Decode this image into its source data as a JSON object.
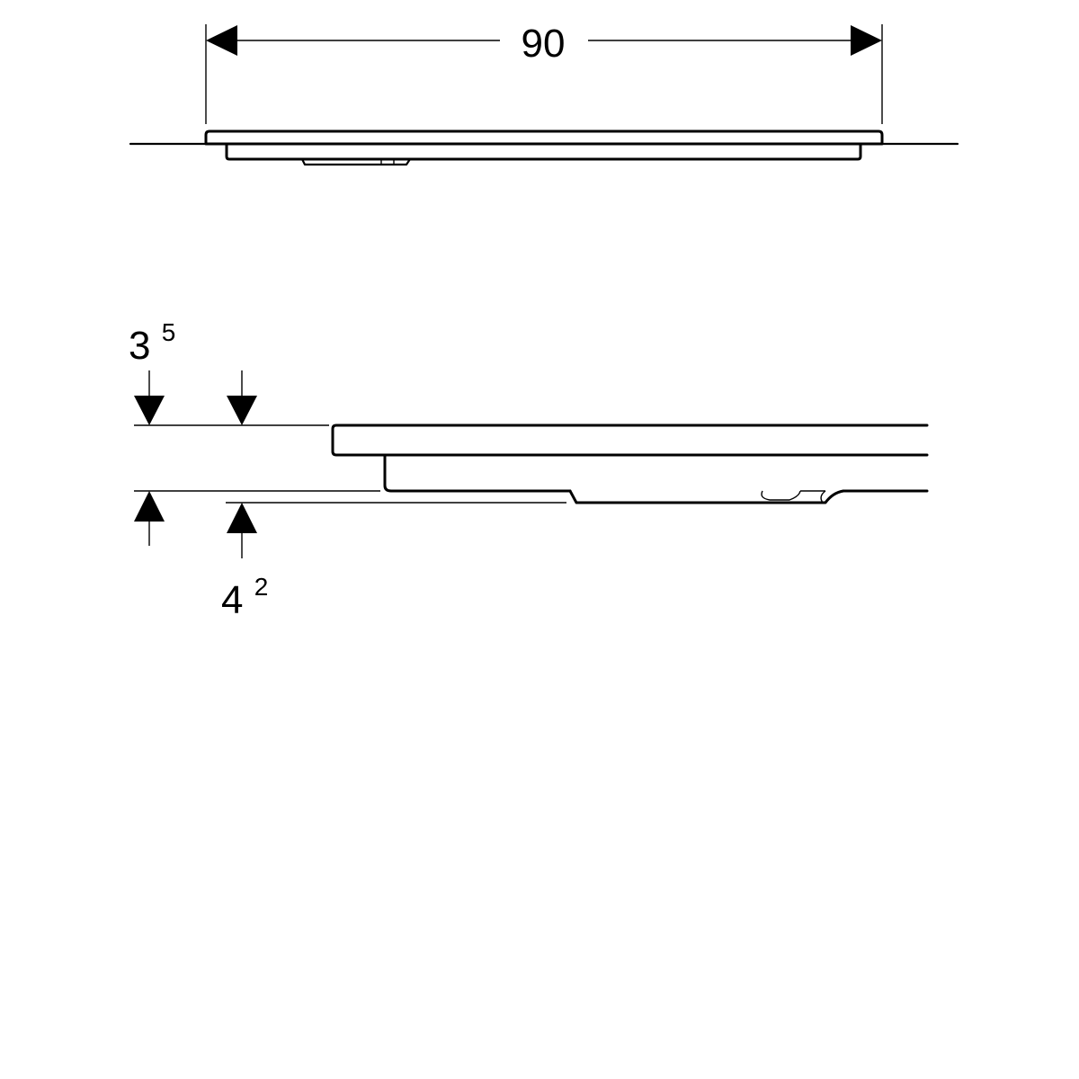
{
  "colors": {
    "line": "#000000",
    "background": "#ffffff"
  },
  "dimensions": {
    "width": {
      "value": "90"
    },
    "top_thickness": {
      "base": "3",
      "superscript": "5"
    },
    "bottom_thickness": {
      "base": "4",
      "superscript": "2"
    }
  }
}
